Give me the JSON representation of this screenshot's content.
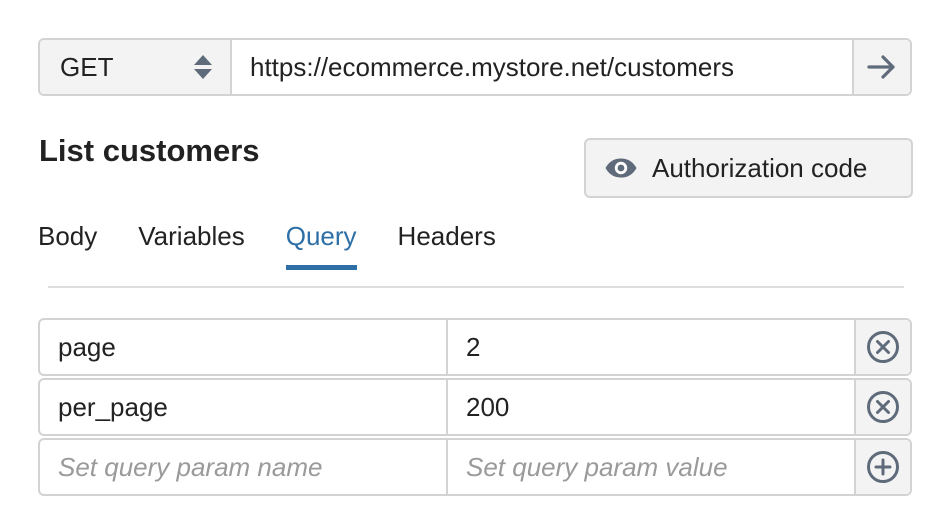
{
  "request": {
    "method": "GET",
    "url": "https://ecommerce.mystore.net/customers",
    "send_icon": "arrow-right-icon",
    "method_icon": "sort-arrows-icon"
  },
  "title": "List customers",
  "auth": {
    "label": "Authorization code",
    "icon": "eye-icon"
  },
  "tabs": [
    {
      "label": "Body",
      "active": false
    },
    {
      "label": "Variables",
      "active": false
    },
    {
      "label": "Query",
      "active": true
    },
    {
      "label": "Headers",
      "active": false
    }
  ],
  "params": [
    {
      "name": "page",
      "value": "2",
      "action_icon": "remove-circle-icon"
    },
    {
      "name": "per_page",
      "value": "200",
      "action_icon": "remove-circle-icon"
    }
  ],
  "new_param": {
    "name_placeholder": "Set query param name",
    "value_placeholder": "Set query param value",
    "action_icon": "add-circle-icon"
  },
  "colors": {
    "accent": "#2e6fa6",
    "icon": "#5f6b7a",
    "border": "#d3d3d3",
    "button_bg": "#f3f3f3"
  }
}
